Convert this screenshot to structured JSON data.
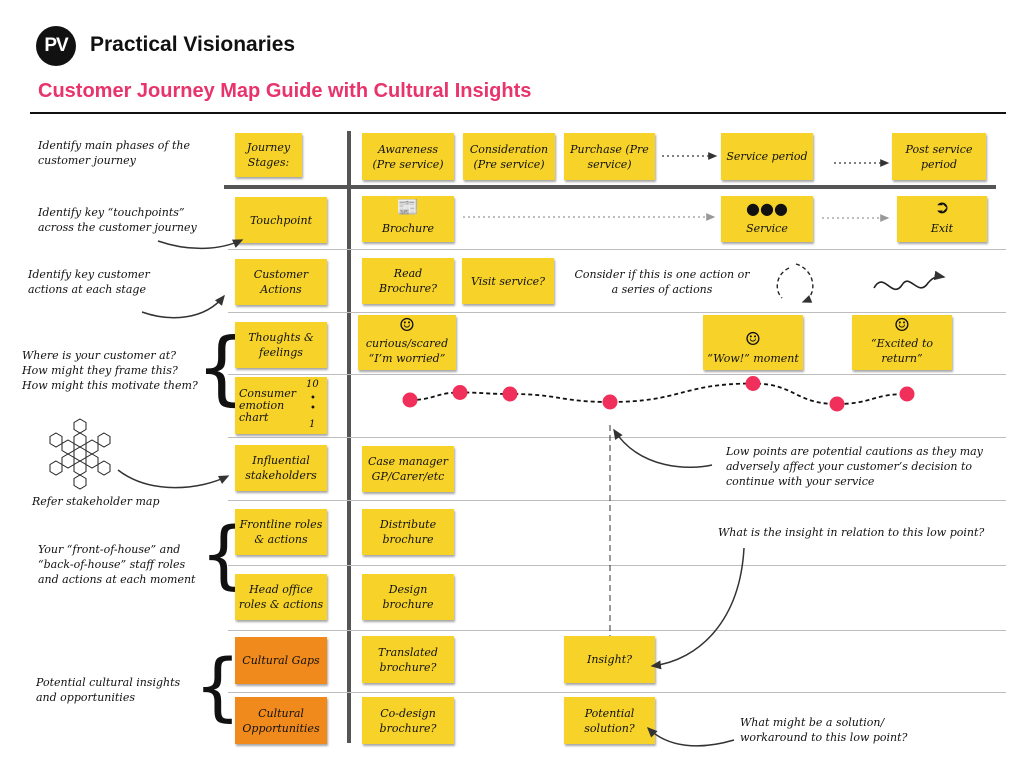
{
  "brand": {
    "logo_text": "PV",
    "name": "Practical Visionaries"
  },
  "title": "Customer Journey Map Guide with Cultural Insights",
  "left_notes": {
    "phases": "Identify main phases of the customer journey",
    "touchpoints": "Identify key “touchpoints” across the customer journey",
    "actions": "Identify key customer actions at each stage",
    "frame": "Where is your customer at? How might they frame this? How might this motivate them?",
    "stakeholders": "Refer stakeholder map",
    "staff": "Your “front-of-house” and “back-of-house” staff roles and actions at each moment",
    "cultural": "Potential cultural insights and opportunities"
  },
  "row_labels": {
    "journey": "Journey Stages:",
    "touchpoint": "Touchpoint",
    "actions": "Customer Actions",
    "thoughts": "Thoughts & feelings",
    "emotion": "Consumer emotion chart",
    "emotion_top": "10",
    "emotion_bottom": "1",
    "stakeholders": "Influential stakeholders",
    "frontline": "Frontline roles & actions",
    "headoffice": "Head office roles & actions",
    "gaps": "Cultural Gaps",
    "opportunities": "Cultural Opportunities"
  },
  "stages": {
    "awareness": "Awareness (Pre service)",
    "consideration": "Consideration (Pre service)",
    "purchase": "Purchase (Pre service)",
    "service": "Service period",
    "post": "Post service period"
  },
  "touchpoints": {
    "brochure": "Brochure",
    "service": "Service",
    "exit": "Exit"
  },
  "actions": {
    "read": "Read Brochure?",
    "visit": "Visit service?",
    "consider": "Consider if this is one action or a series of actions"
  },
  "thoughts": {
    "worried": "curious/scared “I’m worried”",
    "wow": "“Wow!” moment",
    "excited": "“Excited to return”"
  },
  "stakeholders": {
    "case": "Case manager GP/Carer/etc"
  },
  "frontline": {
    "distribute": "Distribute brochure"
  },
  "headoffice": {
    "design": "Design brochure"
  },
  "gaps": {
    "translated": "Translated brochure?",
    "insight": "Insight?"
  },
  "opportunities": {
    "codesign": "Co-design brochure?",
    "solution": "Potential solution?"
  },
  "annotations": {
    "low_points": "Low points are potential cautions as they may adversely affect your customer’s decision to continue with your service",
    "insight_q": "What is the insight in relation to this low point?",
    "solution_q": "What might be a solution/ workaround to this low point?"
  },
  "emotion_chart": {
    "scale": [
      1,
      10
    ],
    "values": [
      6,
      7.5,
      7.2,
      5.6,
      9.3,
      5.2,
      7.2
    ]
  },
  "colors": {
    "sticky": "#f7d32a",
    "orange": "#f08a1c",
    "title": "#e8336b",
    "point": "#f0305a"
  }
}
